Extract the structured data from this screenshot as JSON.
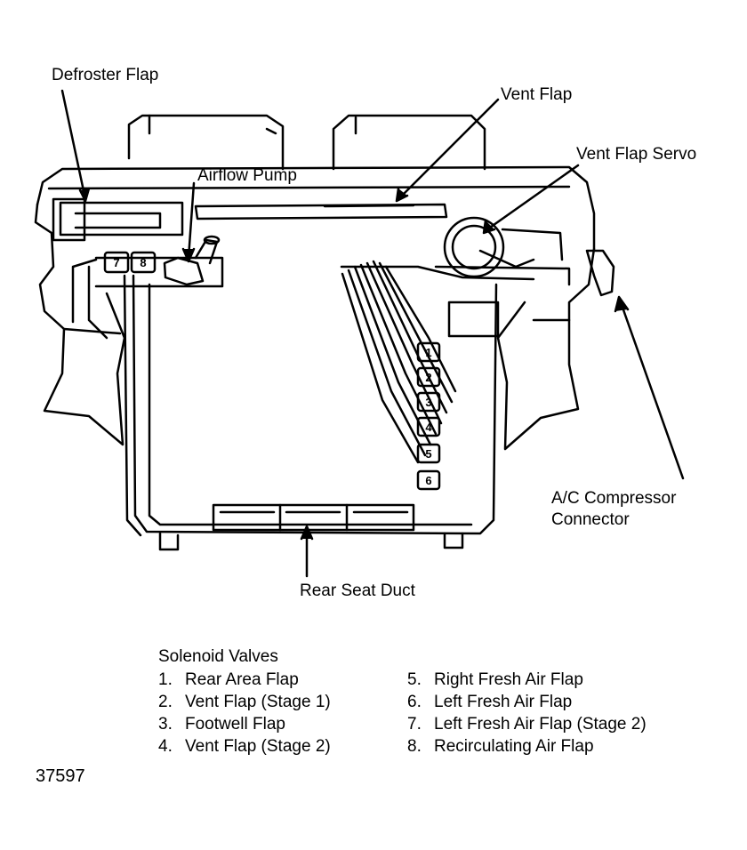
{
  "labels": {
    "defroster_flap": "Defroster Flap",
    "vent_flap": "Vent Flap",
    "vent_flap_servo": "Vent Flap Servo",
    "airflow_pump": "Airflow Pump",
    "ac_compressor_line1": "A/C Compressor",
    "ac_compressor_line2": "Connector",
    "rear_seat_duct": "Rear Seat Duct"
  },
  "valve_numbers": {
    "v1": "1",
    "v2": "2",
    "v3": "3",
    "v4": "4",
    "v5": "5",
    "v6": "6",
    "v7": "7",
    "v8": "8"
  },
  "legend": {
    "title": "Solenoid Valves",
    "left": [
      {
        "num": "1.",
        "text": "Rear Area Flap"
      },
      {
        "num": "2.",
        "text": "Vent Flap (Stage 1)"
      },
      {
        "num": "3.",
        "text": "Footwell Flap"
      },
      {
        "num": "4.",
        "text": "Vent Flap (Stage 2)"
      }
    ],
    "right": [
      {
        "num": "5.",
        "text": "Right Fresh Air Flap"
      },
      {
        "num": "6.",
        "text": "Left Fresh Air Flap"
      },
      {
        "num": "7.",
        "text": "Left Fresh Air Flap (Stage 2)"
      },
      {
        "num": "8.",
        "text": "Recirculating Air Flap"
      }
    ]
  },
  "figure_number": "37597"
}
